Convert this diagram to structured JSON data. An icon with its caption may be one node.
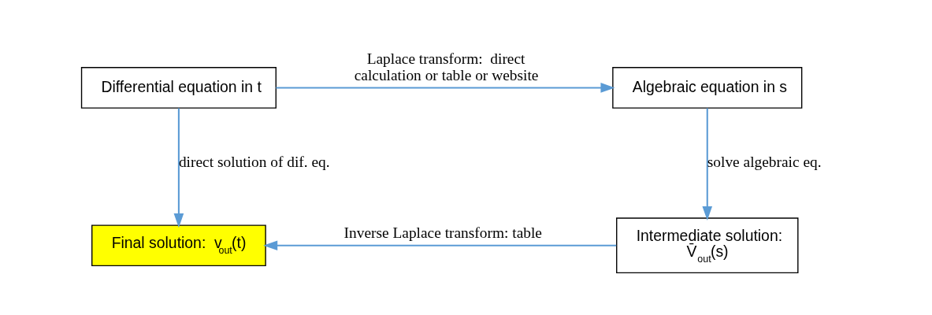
{
  "diagram": {
    "nodes": [
      {
        "text": [
          "Differential equation in t"
        ]
      },
      {
        "text": [
          "Algebraic equation in s"
        ]
      },
      {
        "text": [
          "Final solution:  v$_{out}$(t)"
        ]
      },
      {
        "text": [
          "Intermediate solution:",
          "V̄$_{out}$(s)"
        ]
      }
    ],
    "edges": [
      {
        "from": 0,
        "to": 1,
        "arrow": "to",
        "label": "Laplace transform:  direct calculation or table or website"
      },
      {
        "from": 0,
        "to": 2,
        "arrow": "to",
        "label": "direct solution of dif. eq."
      },
      {
        "from": 1,
        "to": 3,
        "arrow": "to",
        "label": "solve algebraic eq."
      },
      {
        "from": 3,
        "to": 2,
        "arrow": "to",
        "label": "Inverse Laplace transform: table"
      }
    ]
  }
}
